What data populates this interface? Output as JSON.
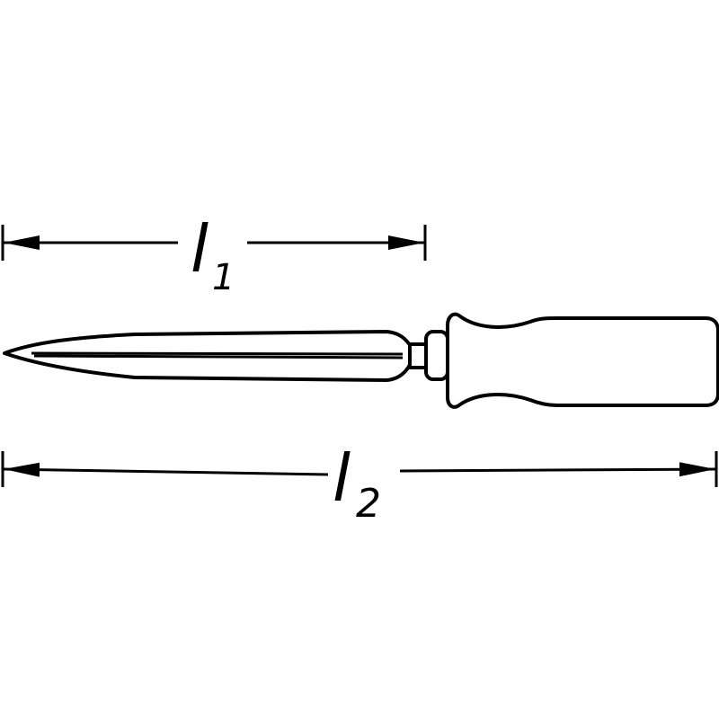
{
  "diagram": {
    "subject": "tool",
    "colors": {
      "stroke": "#000000",
      "background": "#ffffff"
    },
    "dimensions": [
      {
        "symbol": "l",
        "subscript": "1"
      },
      {
        "symbol": "l",
        "subscript": "2"
      }
    ]
  }
}
